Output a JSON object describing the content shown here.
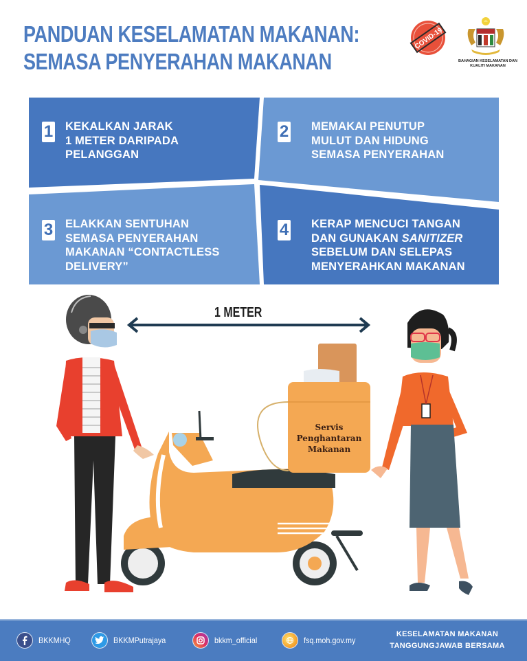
{
  "header": {
    "title_line1": "PANDUAN KESELAMATAN MAKANAN:",
    "title_line2": "SEMASA PENYERAHAN MAKANAN",
    "covid_badge": "COVID-19",
    "dept_line1": "BAHAGIAN KESELAMATAN DAN",
    "dept_line2": "KUALITI MAKANAN"
  },
  "colors": {
    "title_blue": "#4d7cc0",
    "panel_dark": "#4677bf",
    "panel_light": "#6b99d3",
    "footer_blue": "#4b7cc0",
    "scooter_orange": "#f4a853",
    "arrow_navy": "#1f3b52"
  },
  "guidelines": [
    {
      "number": "1",
      "lines": [
        "KEKALKAN JARAK",
        "1 METER DARIPADA",
        "PELANGGAN"
      ]
    },
    {
      "number": "2",
      "lines": [
        "MEMAKAI PENUTUP",
        "MULUT DAN HIDUNG",
        "SEMASA PENYERAHAN"
      ]
    },
    {
      "number": "3",
      "lines": [
        "ELAKKAN SENTUHAN",
        "SEMASA PENYERAHAN",
        "MAKANAN “CONTACTLESS",
        "DELIVERY”"
      ]
    },
    {
      "number": "4",
      "lines": [
        "KERAP MENCUCI TANGAN",
        "DAN GUNAKAN ",
        "SANITIZER",
        "SEBELUM DAN SELEPAS",
        "MENYERAHKAN MAKANAN"
      ]
    }
  ],
  "illustration": {
    "distance_label": "1 METER",
    "box_line1": "Servis",
    "box_line2": "Penghantaran",
    "box_line3": "Makanan"
  },
  "footer": {
    "social": [
      {
        "icon": "facebook-icon",
        "label": "BKKMHQ"
      },
      {
        "icon": "twitter-icon",
        "label": "BKKMPutrajaya"
      },
      {
        "icon": "instagram-icon",
        "label": "bkkm_official"
      },
      {
        "icon": "web-icon",
        "label": "fsq.moh.gov.my"
      }
    ],
    "slogan_line1": "KESELAMATAN MAKANAN",
    "slogan_line2": "TANGGUNGJAWAB BERSAMA"
  }
}
